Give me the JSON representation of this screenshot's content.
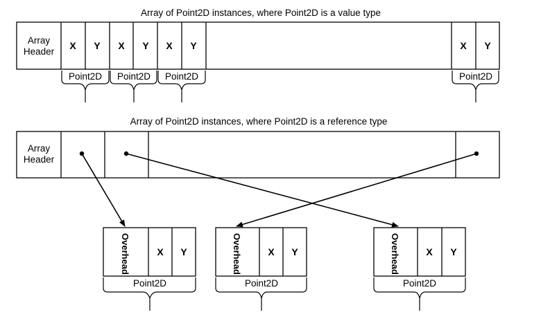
{
  "value_section": {
    "title": "Array of Point2D instances, where Point2D is a value type",
    "header": [
      "Array",
      "Header"
    ],
    "x_label": "X",
    "y_label": "Y",
    "struct_label": "Point2D"
  },
  "reference_section": {
    "title": "Array of Point2D instances, where Point2D is a reference type",
    "header": [
      "Array",
      "Header"
    ],
    "object": {
      "overhead_label": "Overhead",
      "x_label": "X",
      "y_label": "Y",
      "class_label": "Point2D"
    }
  }
}
